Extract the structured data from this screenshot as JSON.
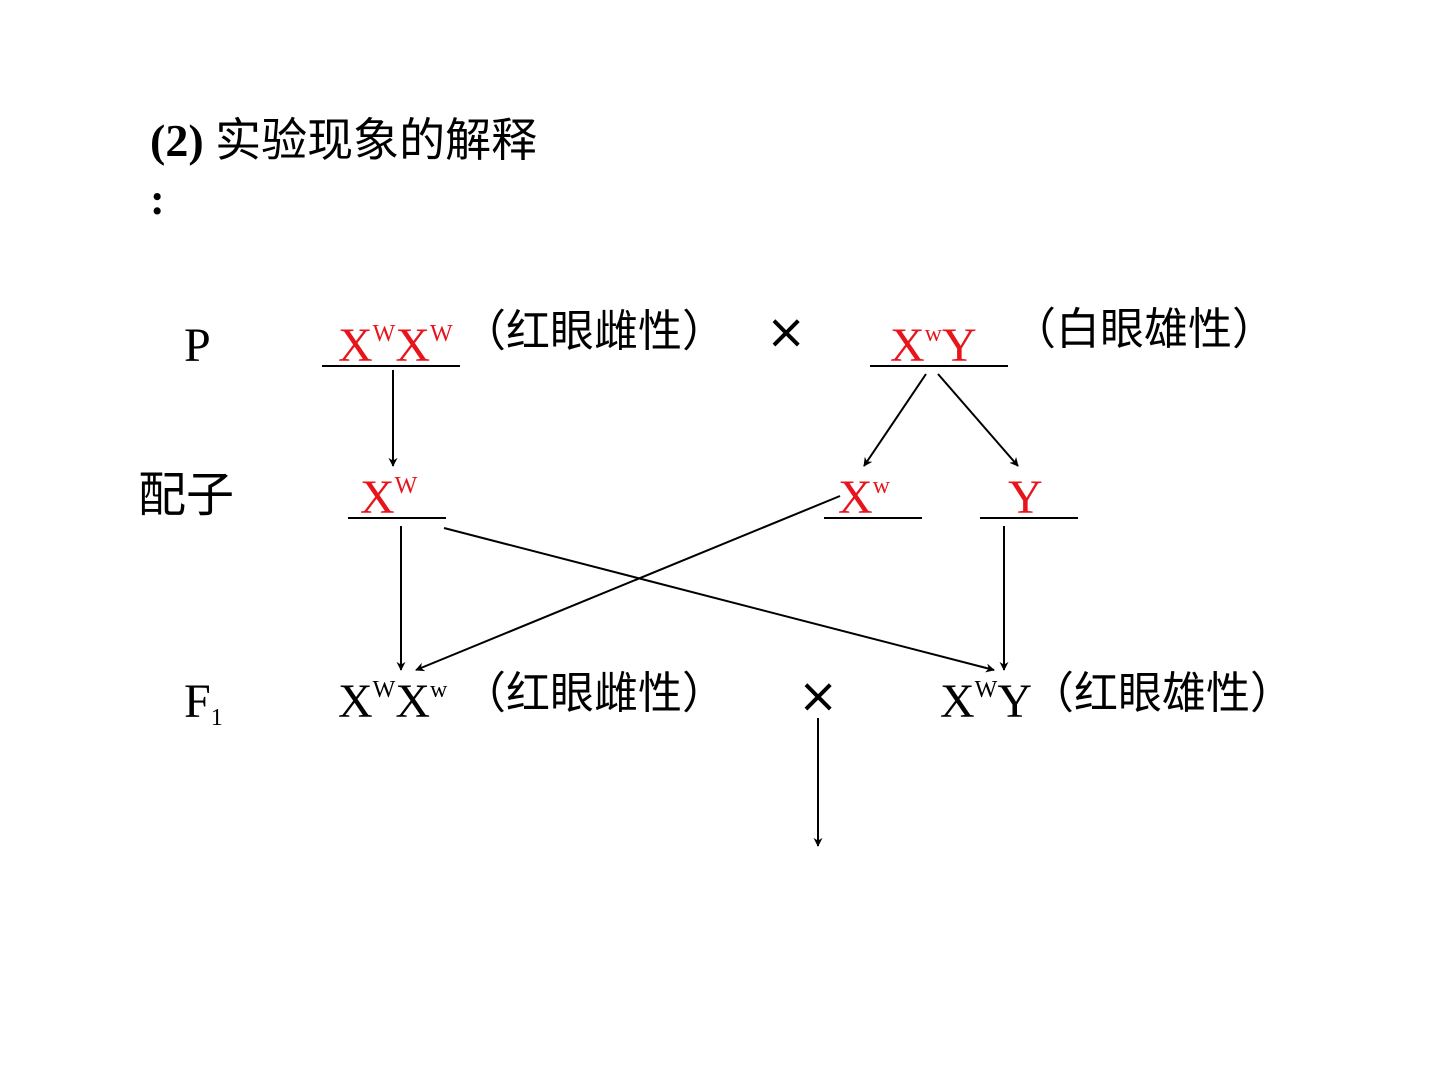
{
  "title": {
    "number": "(2)",
    "text": "实验现象的解释",
    "colon": ":"
  },
  "rows": {
    "p": "P",
    "gamete": "配子",
    "f1_main": "F",
    "f1_sub": "1"
  },
  "parents": {
    "female": {
      "a": "X",
      "a_sup": "W",
      "b": "X",
      "b_sup": "W",
      "phenotype": "（红眼雌性）"
    },
    "cross": "×",
    "male": {
      "a": "X",
      "a_sup": "w",
      "b": "Y",
      "phenotype": "（白眼雄性）"
    }
  },
  "gametes": {
    "g1": {
      "base": "X",
      "sup": "W"
    },
    "g2": {
      "base": "X",
      "sup": "w"
    },
    "g3": {
      "base": "Y"
    }
  },
  "f1": {
    "female": {
      "a": "X",
      "a_sup": "W",
      "b": "X",
      "b_sup": "w",
      "phenotype": "（红眼雌性）"
    },
    "cross": "×",
    "male": {
      "a": "X",
      "a_sup": "W",
      "b": "Y",
      "phenotype": "（红眼雄性）"
    }
  },
  "colors": {
    "highlight": "#e8141c",
    "text": "#000000"
  }
}
